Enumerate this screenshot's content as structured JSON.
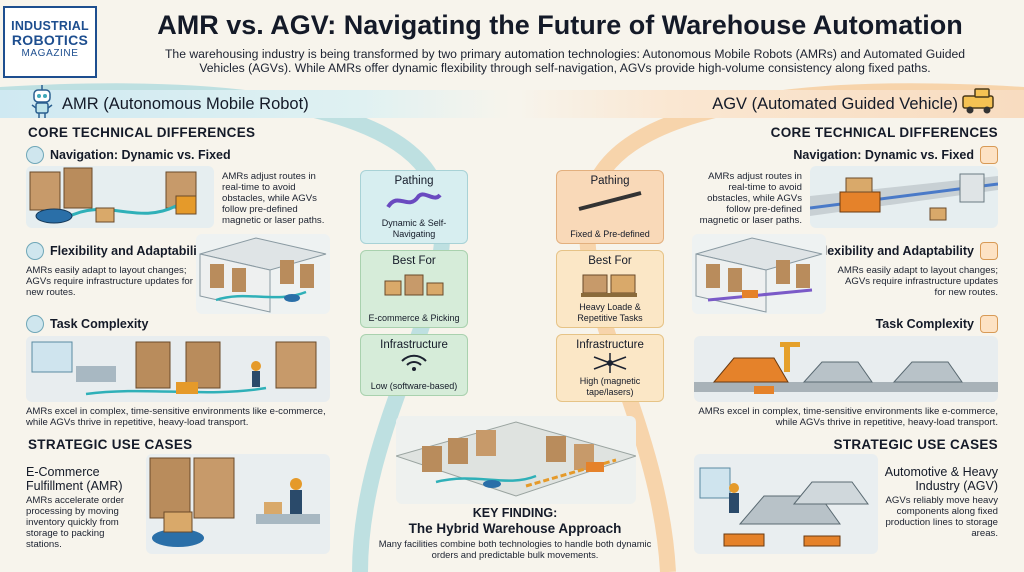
{
  "logo": {
    "line1": "INDUSTRIAL",
    "line2": "ROBOTICS",
    "line3": "MAGAZINE"
  },
  "title": "AMR vs. AGV: Navigating the Future of Warehouse Automation",
  "intro": "The warehousing industry is being transformed by two primary automation technologies: Autonomous Mobile Robots (AMRs) and Automated Guided Vehicles (AGVs). While AMRs offer dynamic flexibility through self-navigation, AGVs provide high-volume consistency along fixed paths.",
  "colors": {
    "amr_accent": "#3fa8b8",
    "agv_accent": "#f0a24a",
    "text": "#141a28"
  },
  "amr": {
    "title": "AMR (Autonomous Mobile Robot)",
    "icon": "robot-icon",
    "core_heading": "CORE TECHNICAL DIFFERENCES",
    "navigation": {
      "heading": "Navigation: Dynamic vs. Fixed",
      "icon": "route-icon",
      "text": "AMRs adjust routes in real-time to avoid obstacles, while AGVs follow pre-defined magnetic or laser paths."
    },
    "flexibility": {
      "heading": "Flexibility and Adaptability",
      "icon": "link-icon",
      "text": "AMRs easily adapt to layout changes; AGVs require infrastructure updates for new routes."
    },
    "complexity": {
      "heading": "Task Complexity",
      "icon": "brain-icon",
      "text": "AMRs excel in complex, time-sensitive environments like e-commerce, while AGVs thrive in repetitive, heavy-load transport."
    },
    "strategic_heading": "STRATEGIC USE CASES",
    "use_case": {
      "title": "E-Commerce Fulfillment (AMR)",
      "text": "AMRs accelerate order processing by moving inventory quickly from storage to packing stations."
    }
  },
  "agv": {
    "title": "AGV (Automated Guided Vehicle)",
    "icon": "vehicle-icon",
    "core_heading": "CORE TECHNICAL DIFFERENCES",
    "navigation": {
      "heading": "Navigation: Dynamic vs. Fixed",
      "icon": "track-icon",
      "text": "AMRs adjust routes in real-time to avoid obstacles, while AGVs follow pre-defined magnetic or laser paths."
    },
    "flexibility": {
      "heading": "Flexibility and Adaptability",
      "icon": "box-icon",
      "text": "AMRs easily adapt to layout changes; AGVs require infrastructure updates for new routes."
    },
    "complexity": {
      "heading": "Task Complexity",
      "icon": "weight-icon",
      "text": "AMRs excel in complex, time-sensitive environments like e-commerce, while AGVs thrive in repetitive, heavy-load transport."
    },
    "strategic_heading": "STRATEGIC USE CASES",
    "use_case": {
      "title": "Automotive & Heavy Industry (AGV)",
      "text": "AGVs reliably move heavy components along fixed production lines to storage areas."
    }
  },
  "compare": {
    "amr": [
      {
        "title": "Pathing",
        "caption": "Dynamic & Self-Navigating",
        "icon": "curved-path-icon"
      },
      {
        "title": "Best For",
        "caption": "E-commerce & Picking",
        "icon": "parcels-icon"
      },
      {
        "title": "Infrastructure",
        "caption": "Low (software-based)",
        "icon": "wifi-icon"
      }
    ],
    "agv": [
      {
        "title": "Pathing",
        "caption": "Fixed & Pre-defined",
        "icon": "straight-path-icon"
      },
      {
        "title": "Best For",
        "caption": "Heavy Loade & Repetitive Tasks",
        "icon": "pallet-icon"
      },
      {
        "title": "Infrastructure",
        "caption": "High (magnetic tape/lasers)",
        "icon": "network-icon"
      }
    ]
  },
  "key_finding": {
    "label": "KEY FINDING:",
    "title": "The Hybrid Warehouse Approach",
    "text": "Many facilities combine both technologies to handle both dynamic orders and predictable bulk movements."
  }
}
